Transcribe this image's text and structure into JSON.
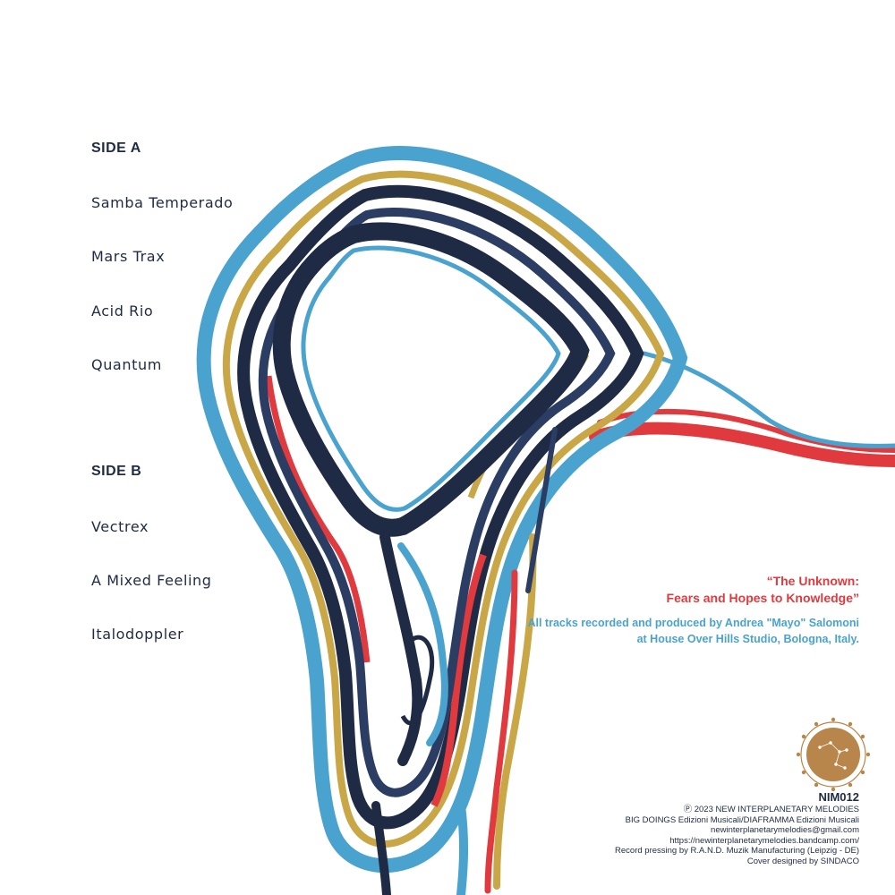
{
  "side_a": {
    "heading": "SIDE A",
    "tracks": [
      "Samba Temperado",
      "Mars Trax",
      "Acid Rio",
      "Quantum"
    ]
  },
  "side_b": {
    "heading": "SIDE B",
    "tracks": [
      "Vectrex",
      "A Mixed Feeling",
      "Italodoppler"
    ]
  },
  "album_title": {
    "line1": "“The Unknown:",
    "line2": "Fears and Hopes to Knowledge”"
  },
  "recording": {
    "line1": "All tracks recorded and produced by Andrea \"Mayo\" Salomoni",
    "line2": "at House Over Hills Studio, Bologna, Italy."
  },
  "catalog_number": "NIM012",
  "fine_print": [
    "Ⓟ 2023 NEW INTERPLANETARY MELODIES",
    "BIG DOINGS Edizioni Musicali/DIAFRAMMA Edizioni Musicali",
    "newinterplanetarymelodies@gmail.com",
    "https://newinterplanetarymelodies.bandcamp.com/",
    "Record pressing by R.A.N.D. Muzik Manufacturing (Leipzig - DE)",
    "Cover designed by SINDACO"
  ],
  "colors": {
    "navy": "#1f2a44",
    "sky_blue": "#4aa3cf",
    "gold": "#c9a646",
    "red": "#e03a3e",
    "logo_bronze": "#b8864a"
  },
  "icons": {
    "label_logo": "constellation-circle-logo"
  }
}
